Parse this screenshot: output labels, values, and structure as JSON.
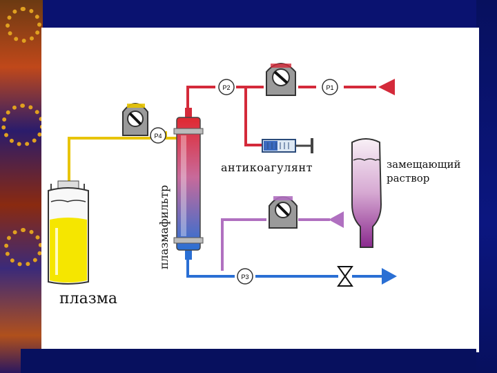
{
  "labels": {
    "plasma": "плазма",
    "anticoagulant": "антикоагулянт",
    "replacement_line1": "замещающий",
    "replacement_line2": "раствор",
    "plasmafilter": "плазмафильтр"
  },
  "pressure_gauges": {
    "p1": "P1",
    "p2": "P2",
    "p3": "P3",
    "p4": "P4"
  },
  "colors": {
    "arterial_line": "#d42a3a",
    "venous_line": "#2a6fd4",
    "plasma_line": "#e8c400",
    "replacement_line": "#b070c0",
    "pump_housing": "#9a9a9a",
    "plasma_fill": "#f5e600",
    "replacement_fluid": "#a24aa0",
    "background": "#0a1270"
  }
}
